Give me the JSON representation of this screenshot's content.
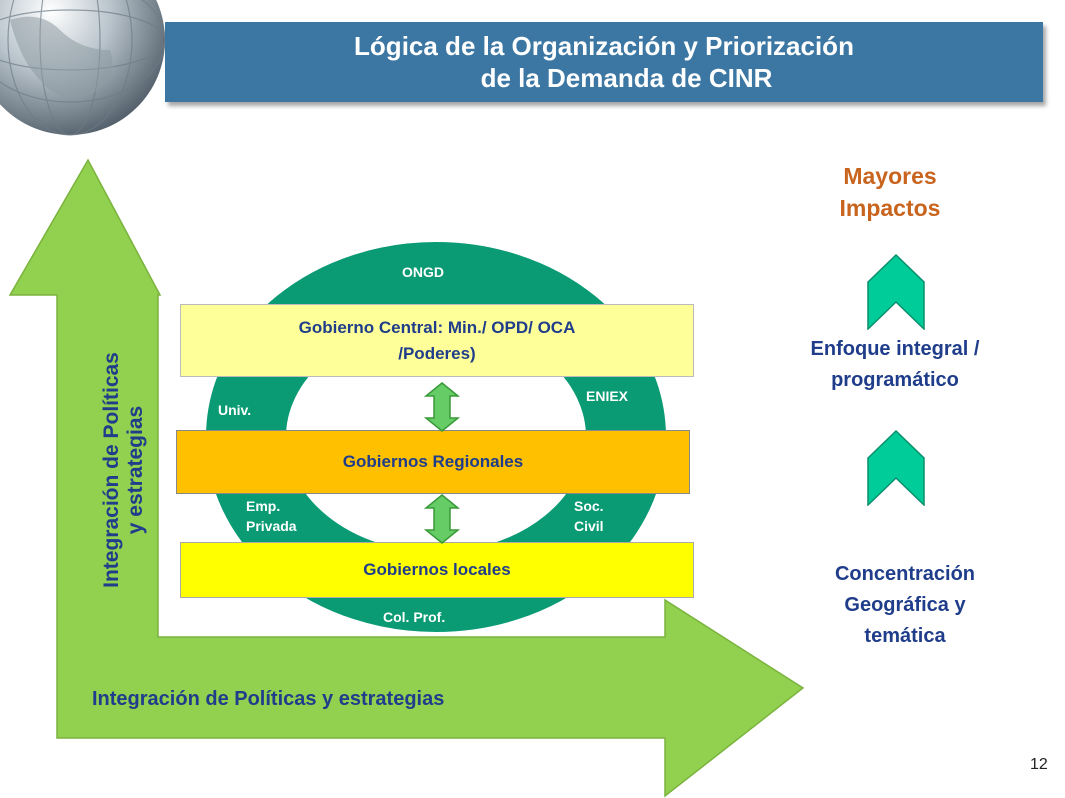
{
  "slide": {
    "title_line_1": "Lógica de la Organización y Priorización",
    "title_line_2": "de la Demanda de  CINR",
    "page_number": "12"
  },
  "axis_labels": {
    "vertical_line_1": "Integración de Políticas",
    "vertical_line_2": "y estrategias",
    "horizontal": "Integración de Políticas y estrategias"
  },
  "ring_actors": {
    "ongd": "ONGD",
    "univ": "Univ.",
    "eniex": "ENIEX",
    "emp_line_1": "Emp.",
    "emp_line_2": "Privada",
    "soc_line_1": "Soc.",
    "soc_line_2": "Civil",
    "col_prof": "Col. Prof."
  },
  "levels": {
    "central_line_1": "Gobierno Central: Min./ OPD/ OCA",
    "central_line_2": "/Poderes)",
    "regional": "Gobiernos Regionales",
    "local": "Gobiernos locales"
  },
  "impact": {
    "title_line_1": "Mayores",
    "title_line_2": "Impactos",
    "enfoque_line_1": "Enfoque  integral /",
    "enfoque_line_2": "programático",
    "concentracion_line_1": "Concentración",
    "concentracion_line_2": "Geográfica y",
    "concentracion_line_3": "temática"
  },
  "colors": {
    "title_banner": "#3c77a3",
    "big_arrow": "#92d050",
    "ring": "#0a9b74",
    "box_central": "#ffff99",
    "box_regional": "#ffc000",
    "box_local": "#ffff00",
    "chevron": "#00cc99",
    "text_blue": "#1f3d8a",
    "text_orange": "#c8641e"
  },
  "icons": {
    "globe": "globe-icon",
    "double_arrow": "double-headed-arrow-icon",
    "chevron": "up-chevron-icon"
  }
}
